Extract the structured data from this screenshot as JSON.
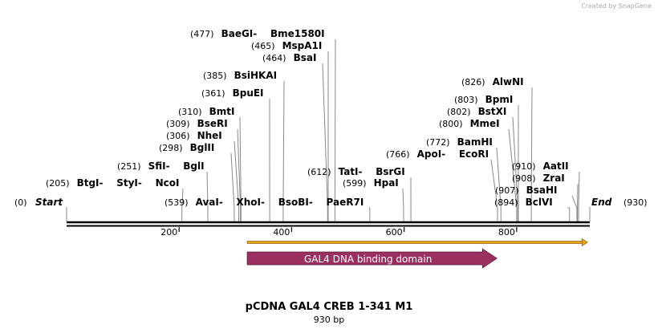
{
  "credit": "Created by SnapGene",
  "title": "pCDNA GAL4 CREB 1-341 M1",
  "length_label": "930 bp",
  "total_bp": 930,
  "ends": {
    "start": {
      "label": "Start",
      "pos_text": "(0)"
    },
    "end": {
      "label": "End",
      "pos_text": "(930)"
    }
  },
  "ticks": [
    200,
    400,
    600,
    800
  ],
  "sites": [
    {
      "pos": 205,
      "pos_text": "(205)",
      "names": [
        "BtgI",
        "StyI",
        "NcoI"
      ]
    },
    {
      "pos": 251,
      "pos_text": "(251)",
      "names": [
        "SfiI",
        "BglI"
      ]
    },
    {
      "pos": 298,
      "pos_text": "(298)",
      "names": [
        "BglII"
      ]
    },
    {
      "pos": 306,
      "pos_text": "(306)",
      "names": [
        "NheI"
      ]
    },
    {
      "pos": 309,
      "pos_text": "(309)",
      "names": [
        "BseRI"
      ]
    },
    {
      "pos": 310,
      "pos_text": "(310)",
      "names": [
        "BmtI"
      ]
    },
    {
      "pos": 361,
      "pos_text": "(361)",
      "names": [
        "BpuEI"
      ]
    },
    {
      "pos": 385,
      "pos_text": "(385)",
      "names": [
        "BsiHKAI"
      ]
    },
    {
      "pos": 464,
      "pos_text": "(464)",
      "names": [
        "BsaI"
      ]
    },
    {
      "pos": 465,
      "pos_text": "(465)",
      "names": [
        "MspA1I"
      ]
    },
    {
      "pos": 477,
      "pos_text": "(477)",
      "names": [
        "BaeGI",
        "Bme1580I"
      ]
    },
    {
      "pos": 539,
      "pos_text": "(539)",
      "names": [
        "AvaI",
        "XhoI",
        "BsoBI",
        "PaeR7I"
      ]
    },
    {
      "pos": 599,
      "pos_text": "(599)",
      "names": [
        "HpaI"
      ]
    },
    {
      "pos": 612,
      "pos_text": "(612)",
      "names": [
        "TatI",
        "BsrGI"
      ]
    },
    {
      "pos": 766,
      "pos_text": "(766)",
      "names": [
        "ApoI",
        "EcoRI"
      ]
    },
    {
      "pos": 772,
      "pos_text": "(772)",
      "names": [
        "BamHI"
      ]
    },
    {
      "pos": 800,
      "pos_text": "(800)",
      "names": [
        "MmeI"
      ]
    },
    {
      "pos": 802,
      "pos_text": "(802)",
      "names": [
        "BstXI"
      ]
    },
    {
      "pos": 803,
      "pos_text": "(803)",
      "names": [
        "BpmI"
      ]
    },
    {
      "pos": 826,
      "pos_text": "(826)",
      "names": [
        "AlwNI"
      ]
    },
    {
      "pos": 894,
      "pos_text": "(894)",
      "names": [
        "BclVI"
      ]
    },
    {
      "pos": 907,
      "pos_text": "(907)",
      "names": [
        "BsaHI"
      ]
    },
    {
      "pos": 908,
      "pos_text": "(908)",
      "names": [
        "ZraI"
      ]
    },
    {
      "pos": 910,
      "pos_text": "(910)",
      "names": [
        "AatII"
      ]
    }
  ],
  "features": [
    {
      "name": "GAL4 DNA binding domain",
      "start": 321,
      "end": 765,
      "color": "#9b3060"
    }
  ],
  "orf": {
    "start": 321,
    "end": 926,
    "color": "#e8a317"
  },
  "colors": {
    "backbone": "#000000",
    "site_line": "#888888",
    "credit": "#aaaaaa"
  }
}
